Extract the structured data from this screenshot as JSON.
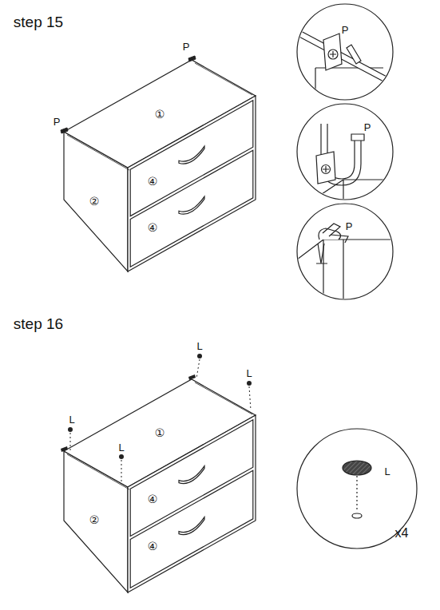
{
  "diagram": {
    "labels": [
      "step 15",
      "P",
      "P",
      "①",
      "②",
      "④",
      "④",
      "P",
      "P",
      "P",
      "step 16",
      "L",
      "L",
      "L",
      "L",
      "①",
      "②",
      "④",
      "④",
      "L",
      "x4"
    ]
  }
}
